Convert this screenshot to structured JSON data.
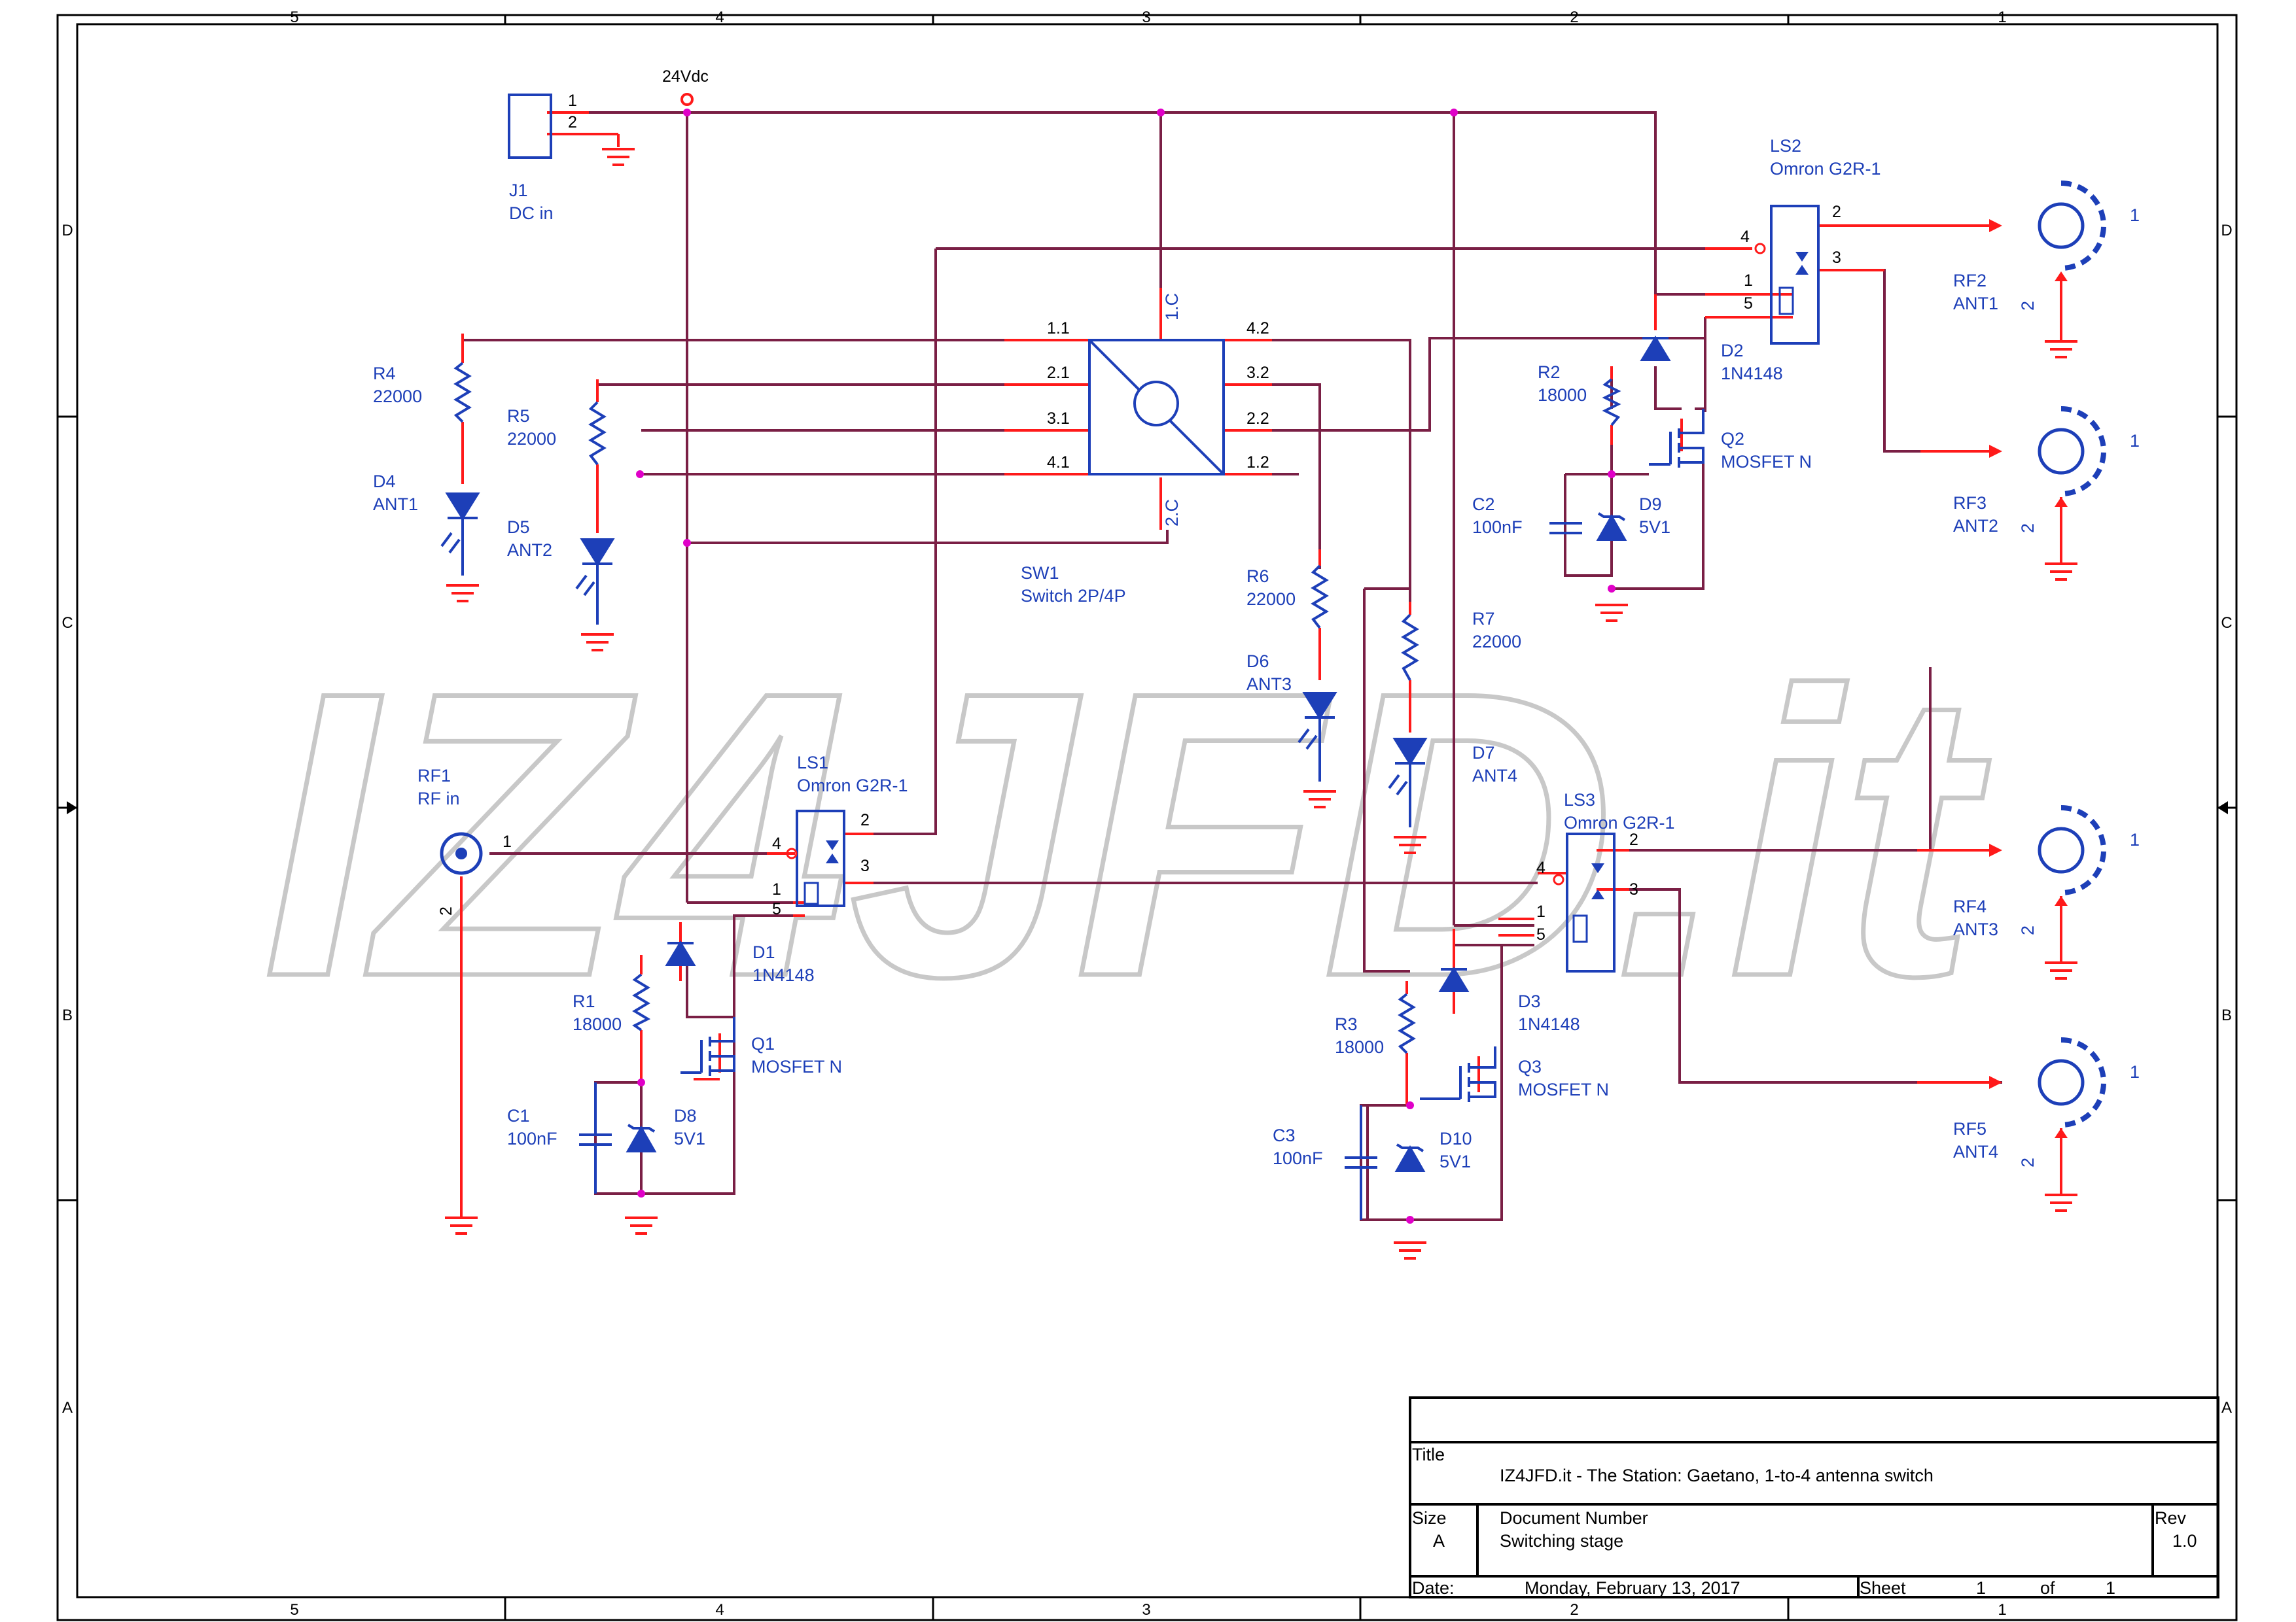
{
  "colors": {
    "wire": "#7a1f45",
    "pin": "#ff1a1a",
    "symbol": "#1d3fb8",
    "junction": "#e000c8",
    "frame": "#000000",
    "watermark_stroke": "#c8c8c8"
  },
  "watermark": "IZ4JFD.it",
  "frame": {
    "columns": [
      "5",
      "4",
      "3",
      "2",
      "1"
    ],
    "rows": [
      "D",
      "C",
      "B",
      "A"
    ]
  },
  "power": {
    "label": "24Vdc"
  },
  "components": {
    "J1": {
      "ref": "J1",
      "value": "DC in",
      "pins": [
        "1",
        "2"
      ]
    },
    "SW1": {
      "ref": "SW1",
      "value": "Switch 2P/4P",
      "pins": [
        "1.1",
        "2.1",
        "3.1",
        "4.1",
        "4.2",
        "3.2",
        "2.2",
        "1.2",
        "1.C",
        "2.C"
      ]
    },
    "R1": {
      "ref": "R1",
      "value": "18000"
    },
    "R2": {
      "ref": "R2",
      "value": "18000"
    },
    "R3": {
      "ref": "R3",
      "value": "18000"
    },
    "R4": {
      "ref": "R4",
      "value": "22000"
    },
    "R5": {
      "ref": "R5",
      "value": "22000"
    },
    "R6": {
      "ref": "R6",
      "value": "22000"
    },
    "R7": {
      "ref": "R7",
      "value": "22000"
    },
    "C1": {
      "ref": "C1",
      "value": "100nF"
    },
    "C2": {
      "ref": "C2",
      "value": "100nF"
    },
    "C3": {
      "ref": "C3",
      "value": "100nF"
    },
    "D1": {
      "ref": "D1",
      "value": "1N4148"
    },
    "D2": {
      "ref": "D2",
      "value": "1N4148"
    },
    "D3": {
      "ref": "D3",
      "value": "1N4148"
    },
    "D4": {
      "ref": "D4",
      "value": "ANT1"
    },
    "D5": {
      "ref": "D5",
      "value": "ANT2"
    },
    "D6": {
      "ref": "D6",
      "value": "ANT3"
    },
    "D7": {
      "ref": "D7",
      "value": "ANT4"
    },
    "D8": {
      "ref": "D8",
      "value": "5V1"
    },
    "D9": {
      "ref": "D9",
      "value": "5V1"
    },
    "D10": {
      "ref": "D10",
      "value": "5V1"
    },
    "Q1": {
      "ref": "Q1",
      "value": "MOSFET N"
    },
    "Q2": {
      "ref": "Q2",
      "value": "MOSFET N"
    },
    "Q3": {
      "ref": "Q3",
      "value": "MOSFET N"
    },
    "LS1": {
      "ref": "LS1",
      "value": "Omron G2R-1",
      "pins": [
        "2",
        "4",
        "3",
        "1",
        "5"
      ]
    },
    "LS2": {
      "ref": "LS2",
      "value": "Omron G2R-1",
      "pins": [
        "4",
        "2",
        "3",
        "1",
        "5"
      ]
    },
    "LS3": {
      "ref": "LS3",
      "value": "Omron G2R-1",
      "pins": [
        "2",
        "4",
        "3",
        "1",
        "5"
      ]
    },
    "RF1": {
      "ref": "RF1",
      "value": "RF in",
      "pins": [
        "1",
        "2"
      ]
    },
    "RF2": {
      "ref": "RF2",
      "value": "ANT1",
      "pins": [
        "1",
        "2"
      ]
    },
    "RF3": {
      "ref": "RF3",
      "value": "ANT2",
      "pins": [
        "1",
        "2"
      ]
    },
    "RF4": {
      "ref": "RF4",
      "value": "ANT3",
      "pins": [
        "1",
        "2"
      ]
    },
    "RF5": {
      "ref": "RF5",
      "value": "ANT4",
      "pins": [
        "1",
        "2"
      ]
    }
  },
  "title_block": {
    "title_label": "Title",
    "title": "IZ4JFD.it - The Station: Gaetano, 1-to-4 antenna switch",
    "size_label": "Size",
    "size": "A",
    "docnum_label": "Document Number",
    "docnum": "Switching stage",
    "rev_label": "Rev",
    "rev": "1.0",
    "date_label": "Date:",
    "date": "Monday, February 13, 2017",
    "sheet_label": "Sheet",
    "sheet": "1",
    "of_label": "of",
    "sheet_total": "1"
  }
}
